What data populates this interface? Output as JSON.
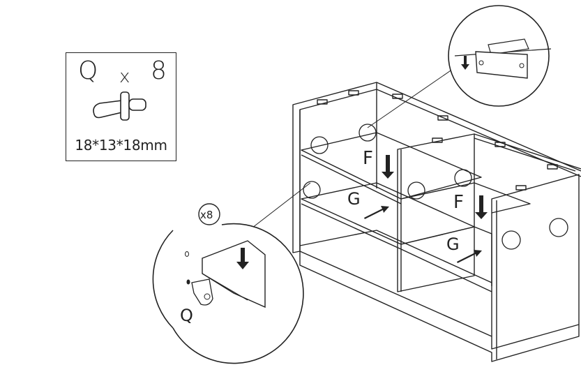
{
  "part": {
    "letter": "Q",
    "times": "x",
    "quantity": "8",
    "size": "18*13*18mm"
  },
  "callout": {
    "count": "x8",
    "part_letter": "Q"
  },
  "labels": {
    "panel_f": "F",
    "panel_g": "G"
  }
}
